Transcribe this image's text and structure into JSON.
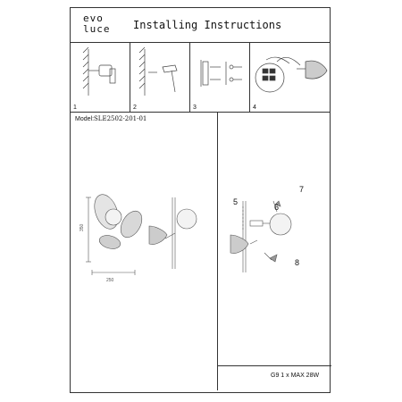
{
  "header": {
    "logo_line1": "evo",
    "logo_line2": "luce",
    "title": "Installing Instructions"
  },
  "steps": [
    {
      "number": "1"
    },
    {
      "number": "2"
    },
    {
      "number": "3"
    },
    {
      "number": "4"
    }
  ],
  "model": {
    "label": "Model:",
    "value": "SLE2502-201-01"
  },
  "dimensions": {
    "width": "250",
    "height": "350"
  },
  "callouts": [
    "5",
    "6",
    "7",
    "8"
  ],
  "spec": "G9 1 x MAX 28W"
}
